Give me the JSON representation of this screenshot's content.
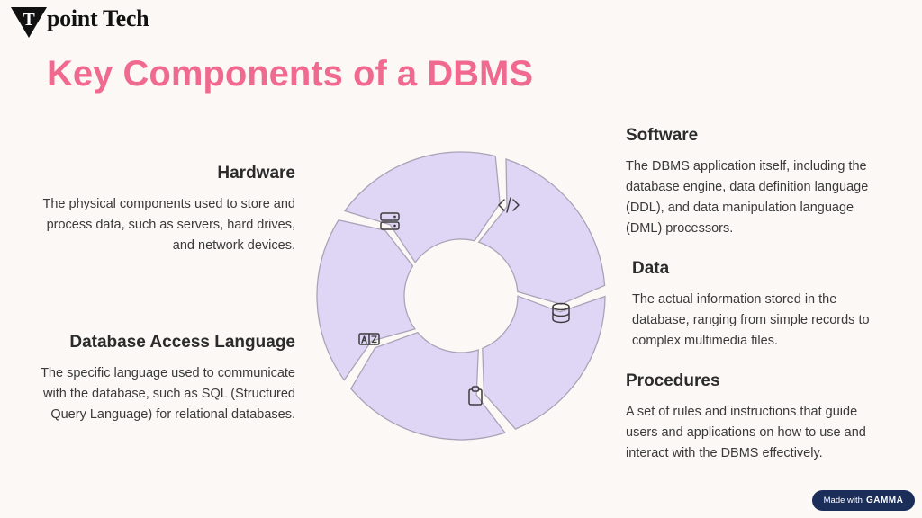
{
  "logo": {
    "mark": "T",
    "text": "point Tech"
  },
  "title": "Key Components of a DBMS",
  "components": {
    "hardware": {
      "title": "Hardware",
      "desc": "The physical components used to store and process data, such as servers, hard drives, and network devices.",
      "icon": "server-icon"
    },
    "dal": {
      "title": "Database Access Language",
      "desc": "The specific language used to communicate with the database, such as SQL (Structured Query Language) for relational databases.",
      "icon": "language-translate-icon"
    },
    "software": {
      "title": "Software",
      "desc": "The DBMS application itself, including the database engine, data definition language (DDL), and data manipulation language (DML) processors.",
      "icon": "code-icon"
    },
    "data": {
      "title": "Data",
      "desc": "The actual information stored in the database, ranging from simple records to complex multimedia files.",
      "icon": "database-icon"
    },
    "procedures": {
      "title": "Procedures",
      "desc": "A set of rules and instructions that guide users and applications on how to use and interact with the DBMS effectively.",
      "icon": "clipboard-icon"
    }
  },
  "colors": {
    "title": "#F06A8F",
    "segment": "#DFD6F5",
    "segment_stroke": "#A9A3B8",
    "badge": "#1B2E5A"
  },
  "badge": {
    "prefix": "Made with",
    "brand": "GAMMA"
  }
}
